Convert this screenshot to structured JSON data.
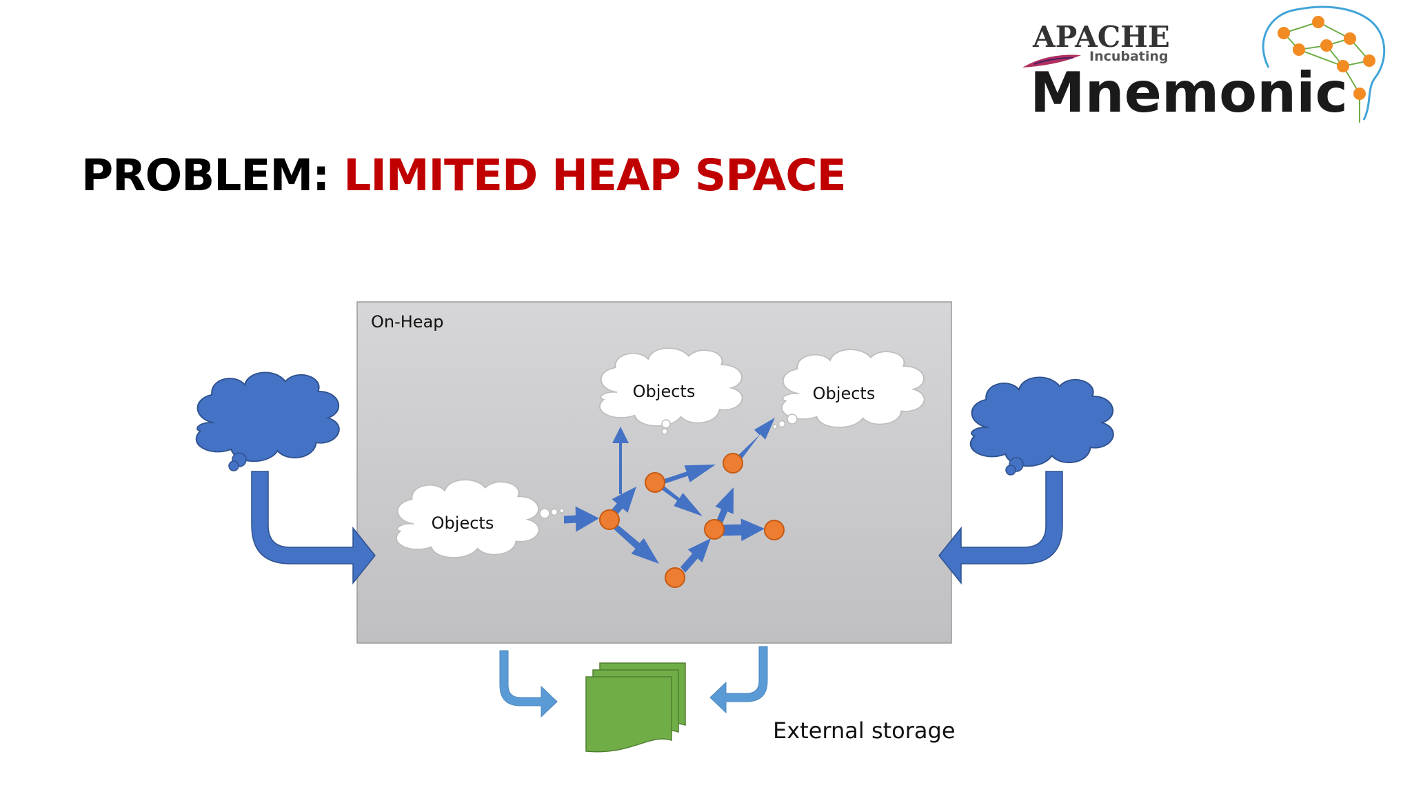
{
  "logo": {
    "apache": "APACHE",
    "incubating": "Incubating",
    "name": "Mnemonic"
  },
  "title": {
    "prefix": "PROBLEM: ",
    "highlight": "LIMITED HEAP SPACE"
  },
  "diagram": {
    "heap_label": "On-Heap",
    "cloud_labels": [
      "Objects",
      "Objects",
      "Objects"
    ],
    "storage_label": "External storage"
  },
  "colors": {
    "title": "#000000",
    "highlight": "#c00000",
    "arrow": "#4472c4",
    "light_arrow": "#5b9bd5",
    "node": "#ed7d31",
    "storage": "#70ad47",
    "heap_box": "#c8c8ca"
  }
}
